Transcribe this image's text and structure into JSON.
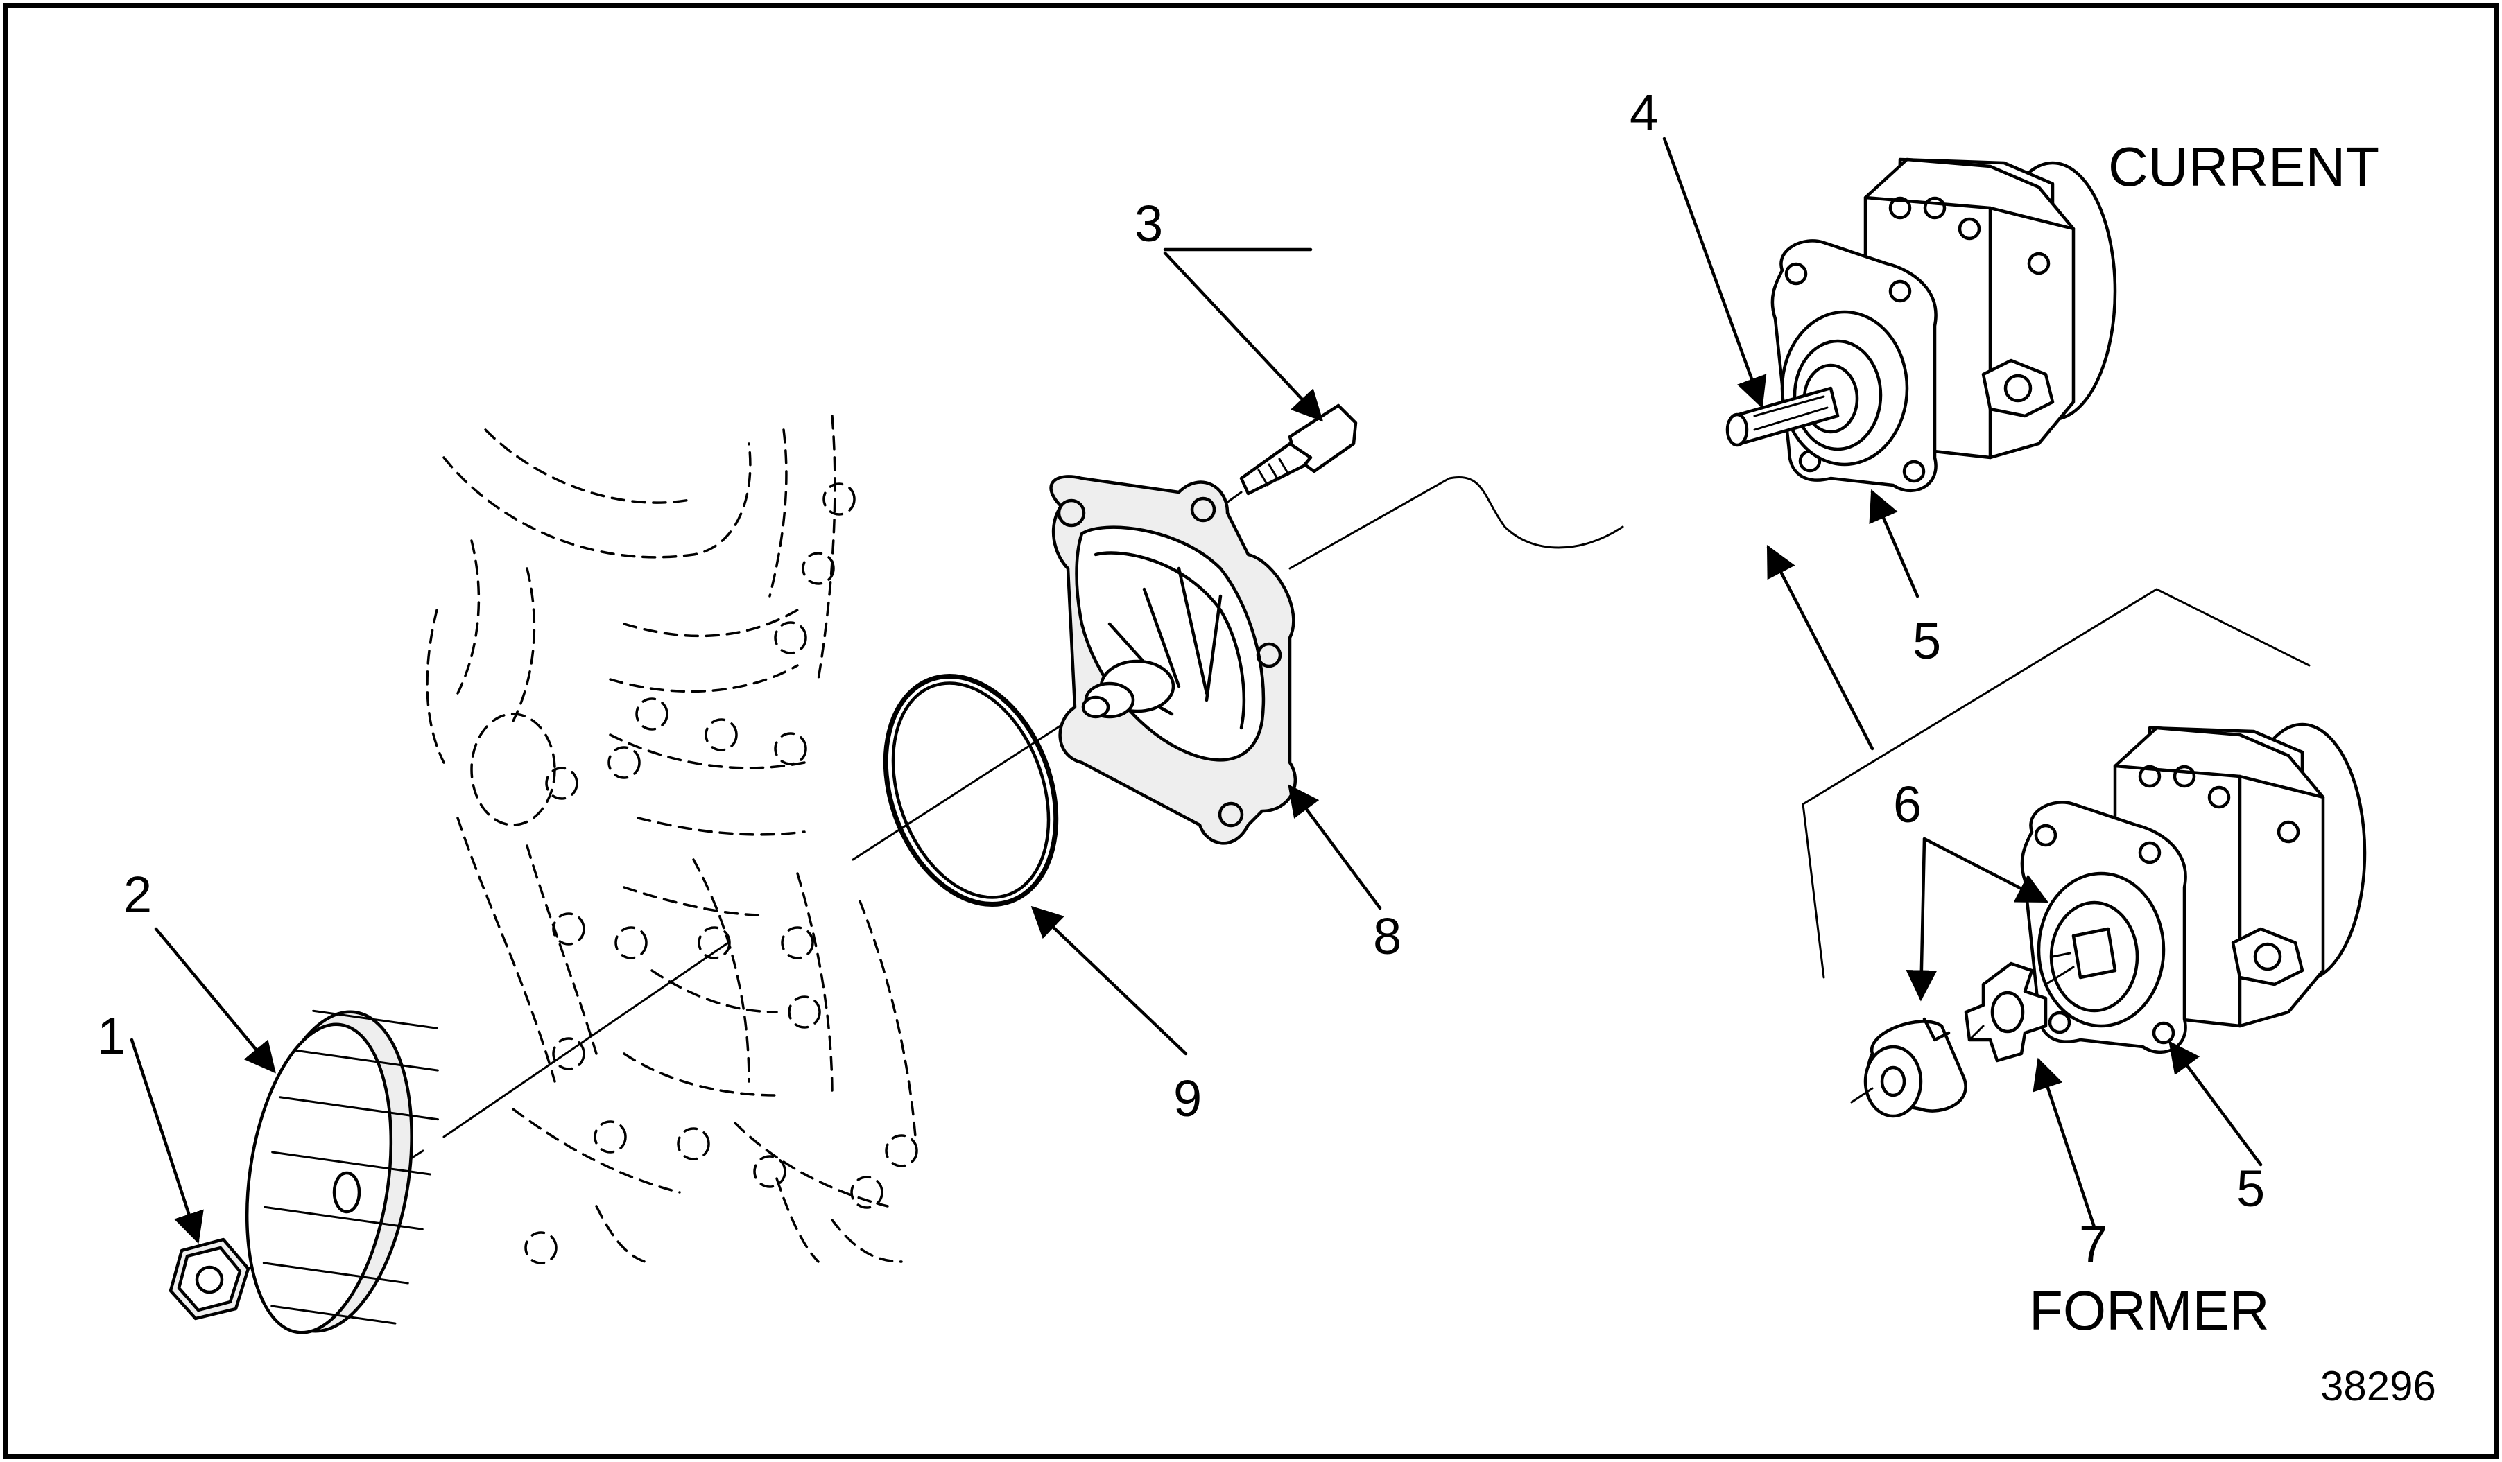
{
  "labels": {
    "current": "CURRENT",
    "former": "FORMER",
    "figure_number": "38296"
  },
  "callouts": {
    "c1": "1",
    "c2": "2",
    "c3": "3",
    "c4": "4",
    "c5_current": "5",
    "c5_former": "5",
    "c6": "6",
    "c7": "7",
    "c8": "8",
    "c9": "9"
  },
  "colors": {
    "line": "#000000",
    "background": "#ffffff"
  }
}
